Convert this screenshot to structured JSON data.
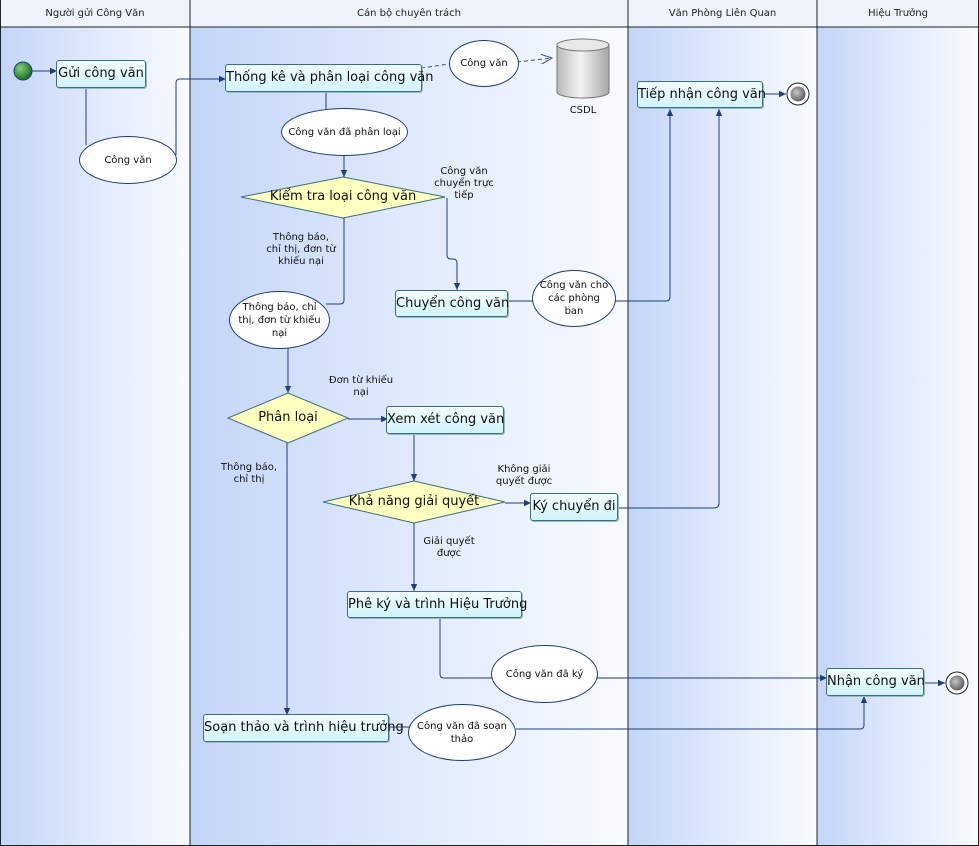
{
  "lanes": [
    {
      "title": "Người gửi Công Văn"
    },
    {
      "title": "Cán bộ chuyên trách"
    },
    {
      "title": "Văn Phòng Liên Quan"
    },
    {
      "title": "Hiệu Trưởng"
    }
  ],
  "activities": {
    "gui_cong_van": "Gửi công văn",
    "thong_ke": "Thống kê và phân loại công văn",
    "chuyen_cong_van": "Chuyển công văn",
    "xem_xet": "Xem xét công văn",
    "ky_chuyen_di": "Ký chuyển đi",
    "phe_ky": "Phê ký và trình Hiệu Trưởng",
    "soan_thao": "Soạn thảo và trình hiệu trưởng",
    "tiep_nhan": "Tiếp nhận công văn",
    "nhan_cong_van": "Nhận công văn"
  },
  "decisions": {
    "kiem_tra": "Kiểm tra loại công văn",
    "phan_loai": "Phân loại",
    "kha_nang": "Khả năng giải quyết"
  },
  "objects": {
    "cong_van_sender": "Công văn",
    "cong_van_top": "Công văn",
    "cong_van_da_phan_loai": "Công văn đã phân loại",
    "thong_bao_obj": "Thông báo, chỉ thị, đơn từ khiếu nại",
    "cong_van_phong_ban": "Công văn cho các phòng ban",
    "cong_van_da_ky": "Công văn đã ký",
    "cong_van_da_soan": "Công văn đã soạn thảo"
  },
  "datastore": {
    "label": "CSDL"
  },
  "edge_labels": {
    "chuyen_truc_tiep": "Công văn\nchuyển trực\ntiếp",
    "thong_bao_guard": "Thông báo,\nchỉ thị, đơn từ\nkhiếu nại",
    "don_tu": "Đơn từ khiếu\nnại",
    "thong_bao_chi_thi": "Thông báo,\nchỉ thị",
    "khong_giai_quyet": "Không giải\nquyết được",
    "giai_quyet": "Giải quyết\nđược"
  }
}
